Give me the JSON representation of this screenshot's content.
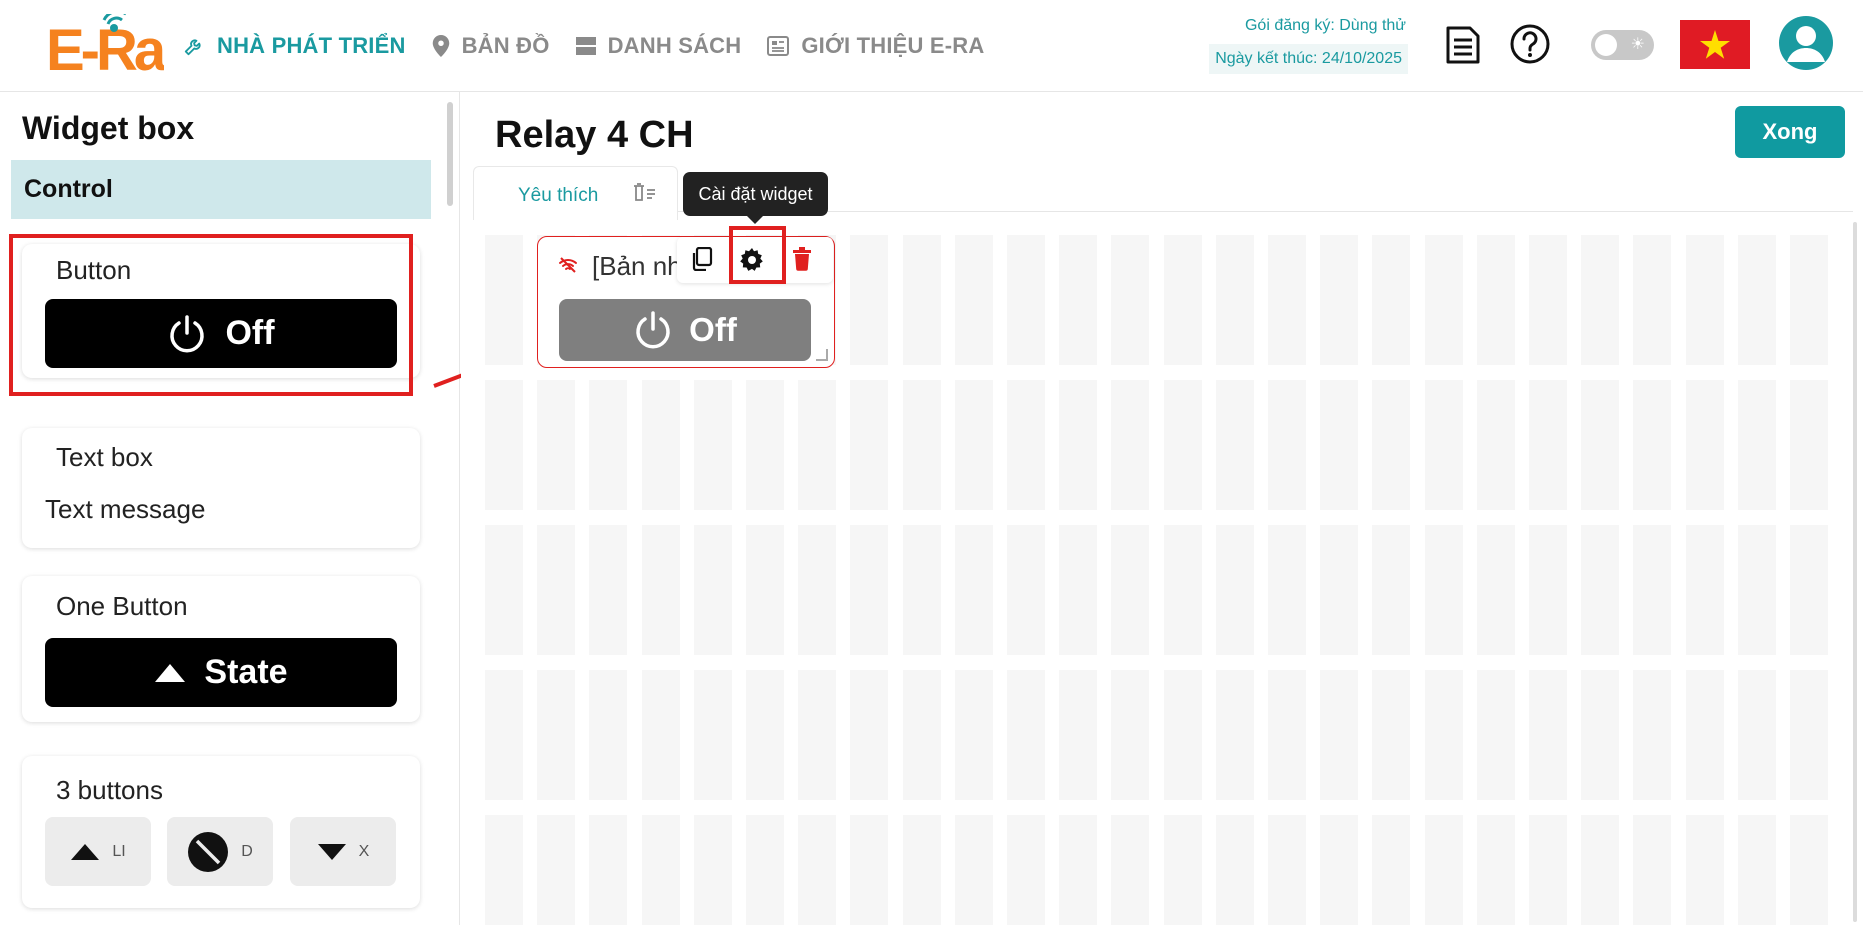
{
  "header": {
    "logo_text": "E-Ra",
    "nav": [
      {
        "label": "NHÀ PHÁT TRIỂN",
        "icon": "wrench-icon",
        "active": true
      },
      {
        "label": "BẢN ĐỒ",
        "icon": "map-pin-icon",
        "active": false
      },
      {
        "label": "DANH SÁCH",
        "icon": "list-icon",
        "active": false
      },
      {
        "label": "GIỚI THIỆU E-RA",
        "icon": "newspaper-icon",
        "active": false
      }
    ],
    "subscription": "Gói đăng ký: Dùng thử",
    "expiry": "Ngày kết thúc: 24/10/2025",
    "theme_toggle": "off",
    "language_flag": "vietnam-flag-icon"
  },
  "sidebar": {
    "title": "Widget box",
    "section": "Control",
    "widgets": [
      {
        "title": "Button",
        "button_label": "Off",
        "icon": "power-icon"
      },
      {
        "title": "Text box",
        "text": "Text message"
      },
      {
        "title": "One Button",
        "button_label": "State",
        "icon": "triangle-up-icon"
      },
      {
        "title": "3 buttons",
        "buttons": [
          {
            "label": "LI",
            "icon": "triangle-up-icon"
          },
          {
            "label": "D",
            "icon": "stop-circle-icon"
          },
          {
            "label": "X",
            "icon": "triangle-down-icon"
          }
        ]
      }
    ]
  },
  "main": {
    "title": "Relay 4 CH",
    "done_label": "Xong",
    "tab_label": "Yêu thích",
    "tooltip": "Cài đặt widget",
    "canvas_widget": {
      "title": "[Bản nh",
      "button_label": "Off"
    }
  },
  "colors": {
    "brand": "#1a9aa0",
    "highlight": "#e0201f",
    "logo_orange": "#f5821f"
  }
}
